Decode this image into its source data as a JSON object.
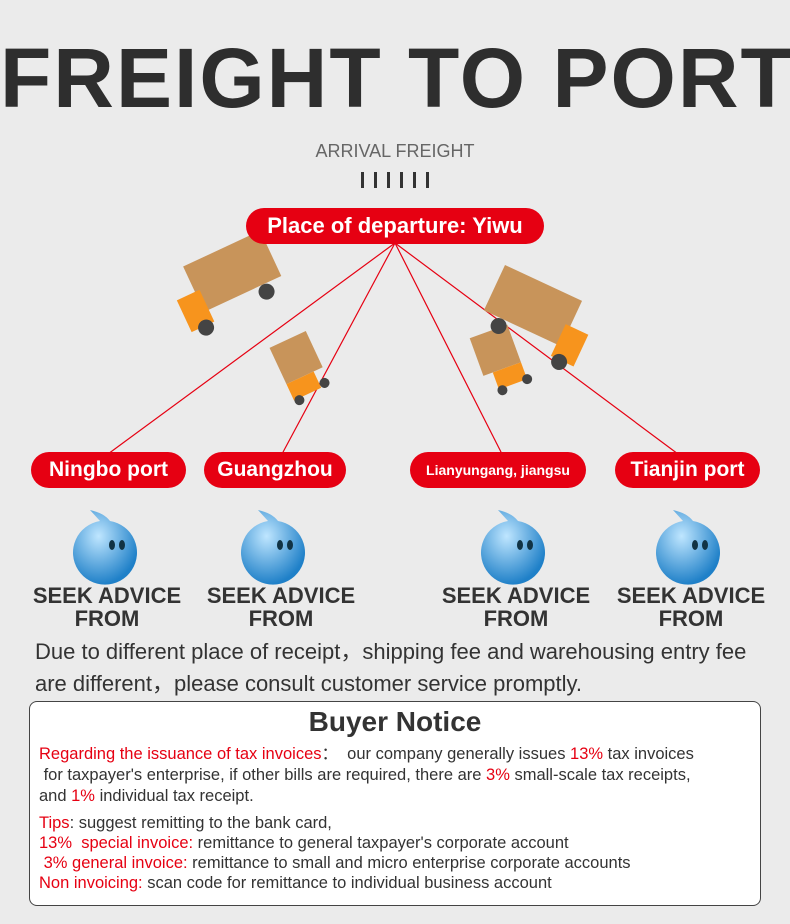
{
  "title": "FREIGHT TO PORT",
  "subtitle": "ARRIVAL FREIGHT",
  "departure": "Place of departure: Yiwu",
  "ports": [
    "Ningbo port",
    "Guangzhou",
    "Lianyungang, jiangsu",
    "Tianjin port"
  ],
  "seek_line1": "SEEK ADVICE",
  "seek_line2": "FROM",
  "paragraph": "Due to different place of receipt，shipping fee and warehousing entry fee are different，please consult customer service promptly.",
  "notice": {
    "title": "Buyer Notice",
    "l1a": "Regarding the issuance of tax invoices",
    "l1b": "：  our company generally issues ",
    "l1c": "13%",
    "l1d": " tax invoices",
    "l2a": " for taxpayer's enterprise, if other bills are required, there are ",
    "l2b": "3%",
    "l2c": " small-scale tax receipts,",
    "l3a": "and ",
    "l3b": "1%",
    "l3c": " individual tax receipt.",
    "t1a": "Tips",
    "t1b": ": suggest remitting to the bank card,",
    "t2a": "13%  special invoice:",
    "t2b": " remittance to general taxpayer's corporate account",
    "t3a": " 3% general invoice:",
    "t3b": " remittance to small and micro enterprise corporate accounts",
    "t4a": "Non invoicing:",
    "t4b": " scan code for remittance to individual business account"
  },
  "colors": {
    "accent": "#e60012",
    "background": "#ebebeb"
  }
}
